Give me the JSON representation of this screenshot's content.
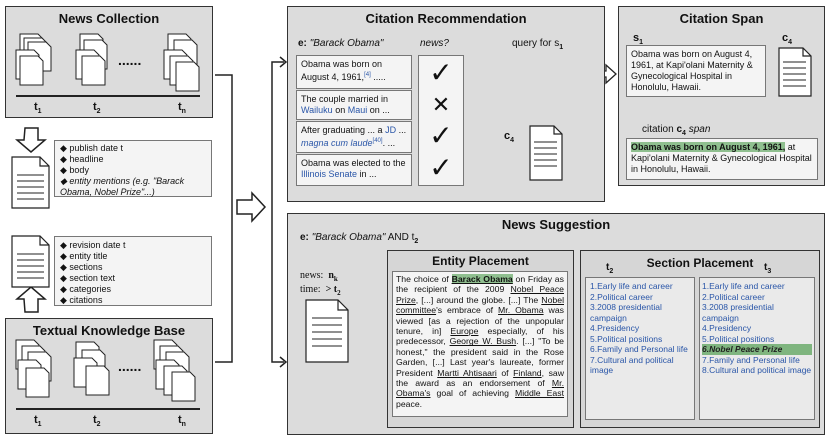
{
  "news_collection": {
    "title": "News Collection",
    "t1": "t",
    "t1_sub": "1",
    "t2": "t",
    "t2_sub": "2",
    "tn": "t",
    "tn_sub": "n",
    "dots": "......",
    "fields": [
      "publish date t",
      "headline",
      "body",
      "entity mentions (e.g. \"Barack Obama, Nobel Prize\"...)"
    ]
  },
  "kb": {
    "title": "Textual Knowledge Base",
    "t1": "t",
    "t1_sub": "1",
    "t2": "t",
    "t2_sub": "2",
    "tn": "t",
    "tn_sub": "n",
    "dots": "......",
    "fields": [
      "revision date t",
      "entity title",
      "sections",
      "section text",
      "categories",
      "citations"
    ]
  },
  "citation_rec": {
    "title": "Citation Recommendation",
    "entity_prefix": "e:",
    "entity": "\"Barack Obama\"",
    "news_q": "news?",
    "query_label": "query for s",
    "query_sub": "1",
    "c4": "c",
    "c4_sub": "4",
    "sentences": [
      {
        "a": "Obama was born on August 4, 1961,",
        "b": "[4]",
        "c": " ....."
      },
      {
        "a": "The couple married in ",
        "b": "Wailuku",
        "c": " on ",
        "d": "Maui",
        "e": " on ..."
      },
      {
        "a": "After graduating ... a ",
        "b": "JD",
        "c": " ... ",
        "d": "magna cum laude",
        "e": "[40]",
        "f": ". ..."
      },
      {
        "a": "Obama was elected to the ",
        "b": "Illinois Senate",
        "c": " in ..."
      }
    ],
    "marks": [
      "✓",
      "✕",
      "✓",
      "✓"
    ]
  },
  "citation_span": {
    "title": "Citation Span",
    "s1": "s",
    "s1_sub": "1",
    "c4": "c",
    "c4_sub": "4",
    "text": "Obama was born on August 4, 1961, at Kapi'olani Maternity & Gynecological Hospital in Honolulu, Hawaii.",
    "span_label_pre": "citation ",
    "span_label_c": "c",
    "span_label_sub": "4",
    "span_label_post": " span",
    "span_hl": "Obama was born on August 4, 1961,",
    "span_rest": " at Kapi'olani Maternity & Gynecological Hospital in Honolulu, Hawaii."
  },
  "news_suggestion": {
    "title": "News Suggestion",
    "entity_prefix": "e:",
    "entity": "\"Barack Obama\"",
    "and": " AND t",
    "and_sub": "2",
    "news_label": "news:",
    "news_val": "n",
    "news_sub": "k",
    "time_label": "time:",
    "time_val": "> t",
    "time_sub": "2",
    "entity_placement": {
      "title": "Entity  Placement"
    },
    "section_placement": {
      "title": "Section  Placement",
      "t2": "t",
      "t2_sub": "2",
      "t3": "t",
      "t3_sub": "3",
      "left": [
        "1.Early life and career",
        "2.Political career",
        "3.2008 presidential campaign",
        "4.Presidency",
        "5.Political positions",
        "6.Family and Personal life",
        "7.Cultural and political image"
      ],
      "right": [
        "1.Early life and career",
        "2.Political career",
        "3.2008 presidential campaign",
        "4.Presidency",
        "5.Political positions",
        "6.Nobel Peace Prize",
        "7.Family and Personal life",
        "8.Cultural and political image"
      ]
    }
  },
  "colors": {
    "panel": "#dcdcdc",
    "highlight": "#7fb57f",
    "link": "#2a56a8"
  }
}
